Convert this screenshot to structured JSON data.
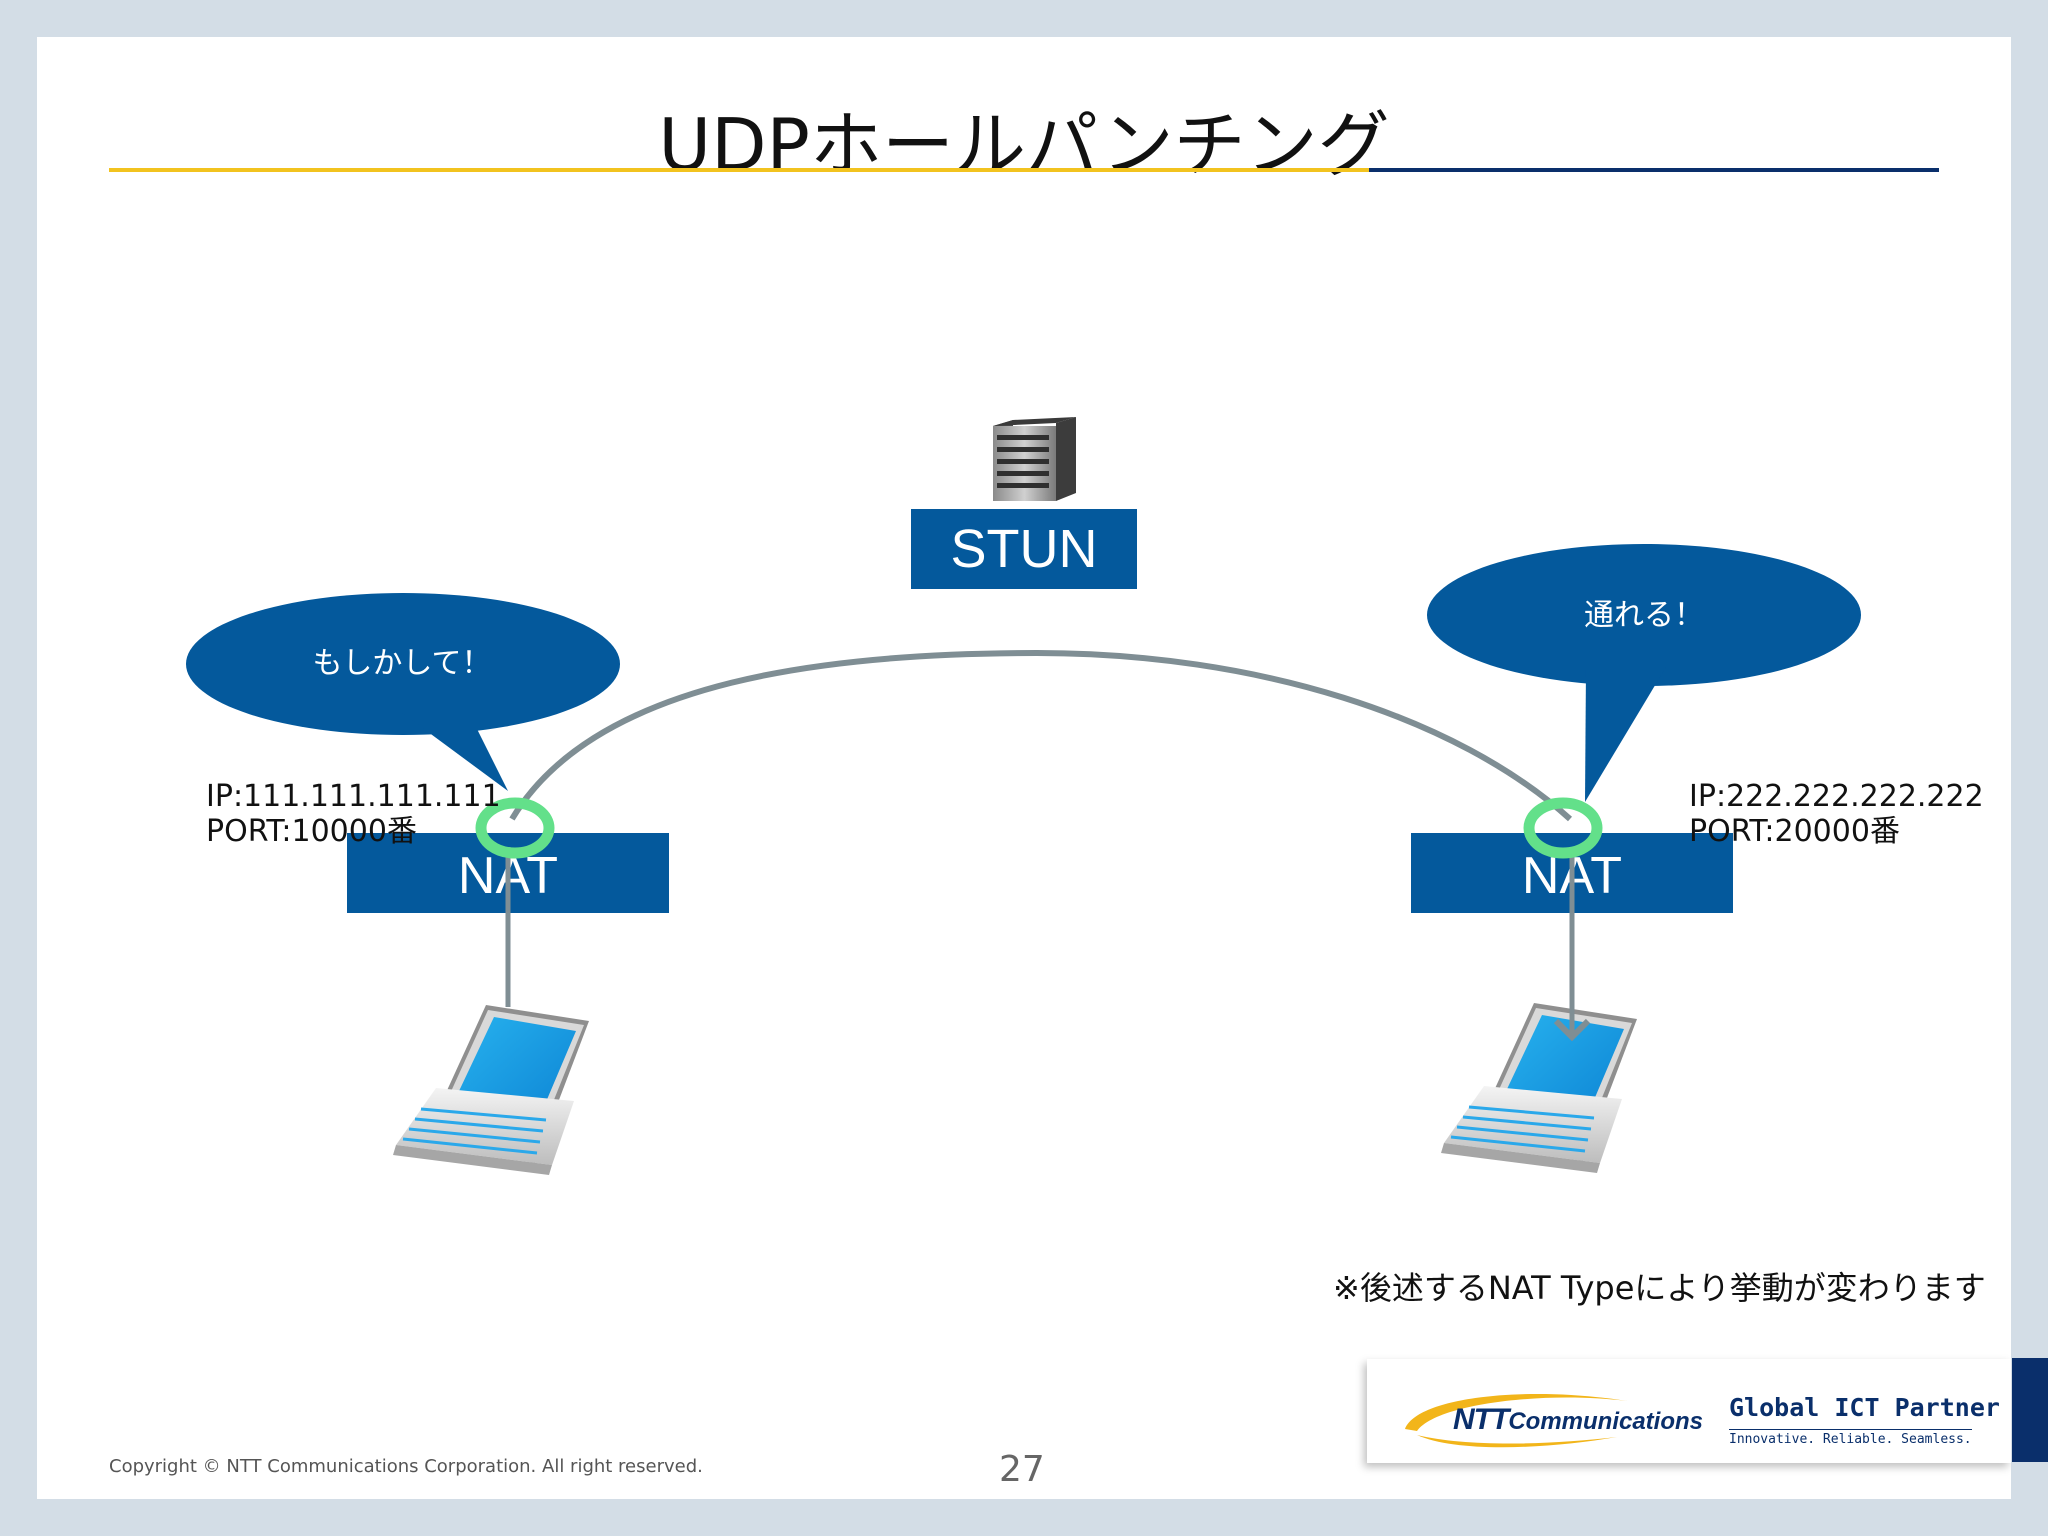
{
  "title": "UDPホールパンチング",
  "stun_label": "STUN",
  "nat_left_label": "NAT",
  "nat_right_label": "NAT",
  "left_bubble_text": "もしかして！",
  "right_bubble_text": "通れる！",
  "left_ip": "IP:111.111.111.111",
  "left_port": "PORT:10000番",
  "right_ip": "IP:222.222.222.222",
  "right_port": "PORT:20000番",
  "note": "※後述するNAT Typeにより挙動が変わります",
  "copyright": "Copyright © NTT Communications Corporation. All right reserved.",
  "page_number": "27",
  "logo": {
    "brand_ntt": "NTT",
    "brand_rest": "Communications",
    "tagline": "Global ICT Partner",
    "subline": "Innovative. Reliable. Seamless."
  },
  "colors": {
    "box_blue": "#04599c",
    "accent_yellow": "#f2c31f",
    "navy": "#0a2f6b",
    "path_gray": "#7f8e94",
    "hole_green": "#63e08a"
  },
  "icons": [
    "server-icon",
    "laptop-icon"
  ]
}
